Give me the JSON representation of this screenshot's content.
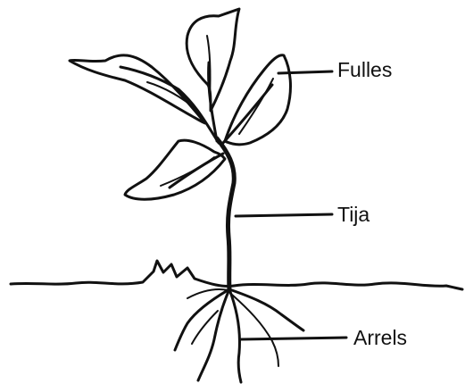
{
  "labels": {
    "leaves": "Fulles",
    "stem": "Tija",
    "roots": "Arrels"
  },
  "colors": {
    "ink": "#111111",
    "background": "#ffffff"
  }
}
